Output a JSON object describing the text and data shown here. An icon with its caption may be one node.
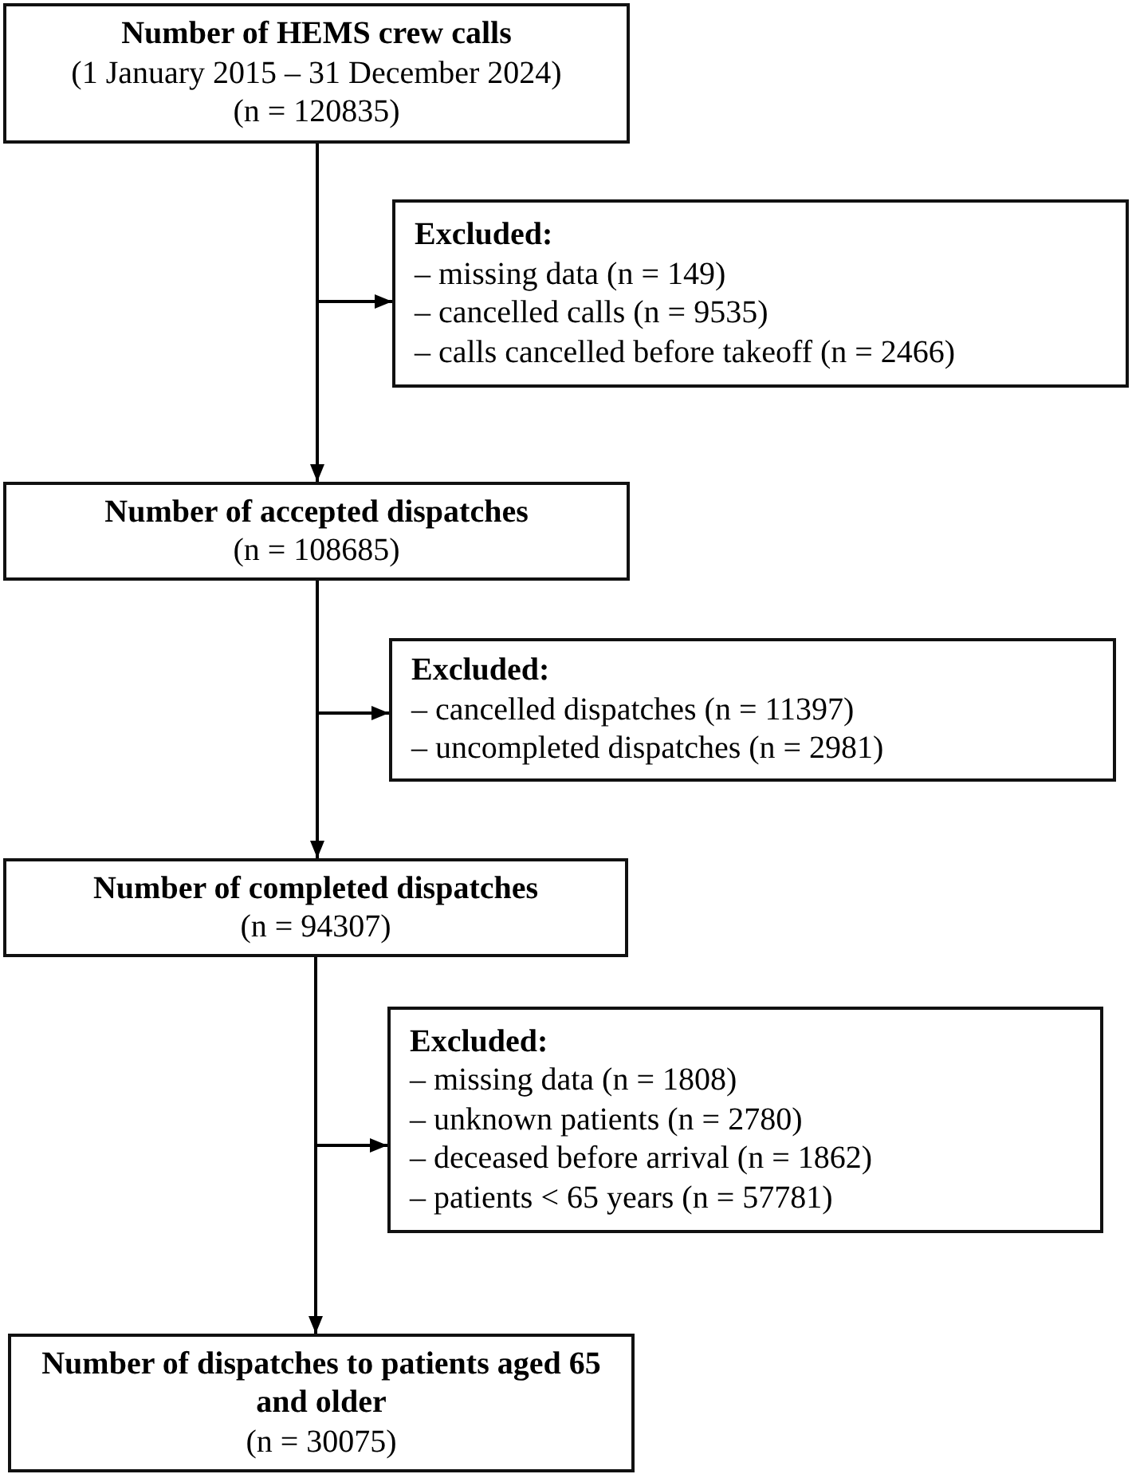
{
  "diagram": {
    "nodes": [
      {
        "text": [
          "Number of HEMS crew calls",
          "(1 January 2015 – 31 December 2024)",
          "(n = 120835)"
        ]
      },
      {
        "text": [
          "Excluded:",
          "– missing data (n = 149)",
          "– cancelled calls (n = 9535)",
          "– calls cancelled before takeoff (n = 2466)"
        ]
      },
      {
        "text": [
          "Number of accepted dispatches",
          "(n = 108685)"
        ]
      },
      {
        "text": [
          "Excluded:",
          "– cancelled dispatches (n = 11397)",
          "– uncompleted dispatches (n = 2981)"
        ]
      },
      {
        "text": [
          "Number of completed dispatches",
          "(n = 94307)"
        ]
      },
      {
        "text": [
          "Excluded:",
          "– missing data (n = 1808)",
          "– unknown patients (n = 2780)",
          "– deceased before arrival (n = 1862)",
          "– patients < 65 years (n = 57781)"
        ]
      },
      {
        "text": [
          "Number of dispatches to patients aged 65 and older",
          "(n = 30075)"
        ]
      }
    ],
    "edges": [
      {
        "from": 0,
        "to": 1,
        "arrow": "to"
      },
      {
        "from": 0,
        "to": 2,
        "arrow": "to"
      },
      {
        "from": 2,
        "to": 3,
        "arrow": "to"
      },
      {
        "from": 2,
        "to": 4,
        "arrow": "to"
      },
      {
        "from": 4,
        "to": 5,
        "arrow": "to"
      },
      {
        "from": 4,
        "to": 6,
        "arrow": "to"
      }
    ]
  }
}
